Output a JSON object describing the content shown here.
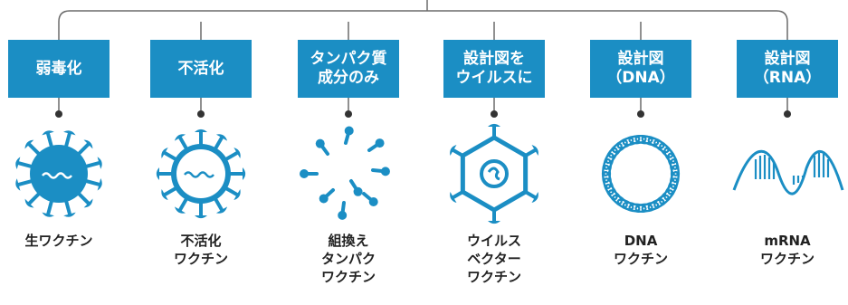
{
  "colors": {
    "accent": "#1b8ec4",
    "line": "#6b6b6b",
    "text": "#222222"
  },
  "categories": [
    {
      "badge": "弱毒化",
      "icon": "virus-solid-icon",
      "caption": "生ワクチン"
    },
    {
      "badge": "不活化",
      "icon": "virus-outline-icon",
      "caption": "不活化\nワクチン"
    },
    {
      "badge": "タンパク質\n成分のみ",
      "icon": "protein-fragments-icon",
      "caption": "組換え\nタンパク\nワクチン"
    },
    {
      "badge": "設計図を\nウイルスに",
      "icon": "viral-vector-icon",
      "caption": "ウイルス\nベクター\nワクチン"
    },
    {
      "badge": "設計図\n（DNA）",
      "icon": "dna-plasmid-icon",
      "caption": "DNA\nワクチン"
    },
    {
      "badge": "設計図\n（RNA）",
      "icon": "mrna-strand-icon",
      "caption": "mRNA\nワクチン"
    }
  ]
}
